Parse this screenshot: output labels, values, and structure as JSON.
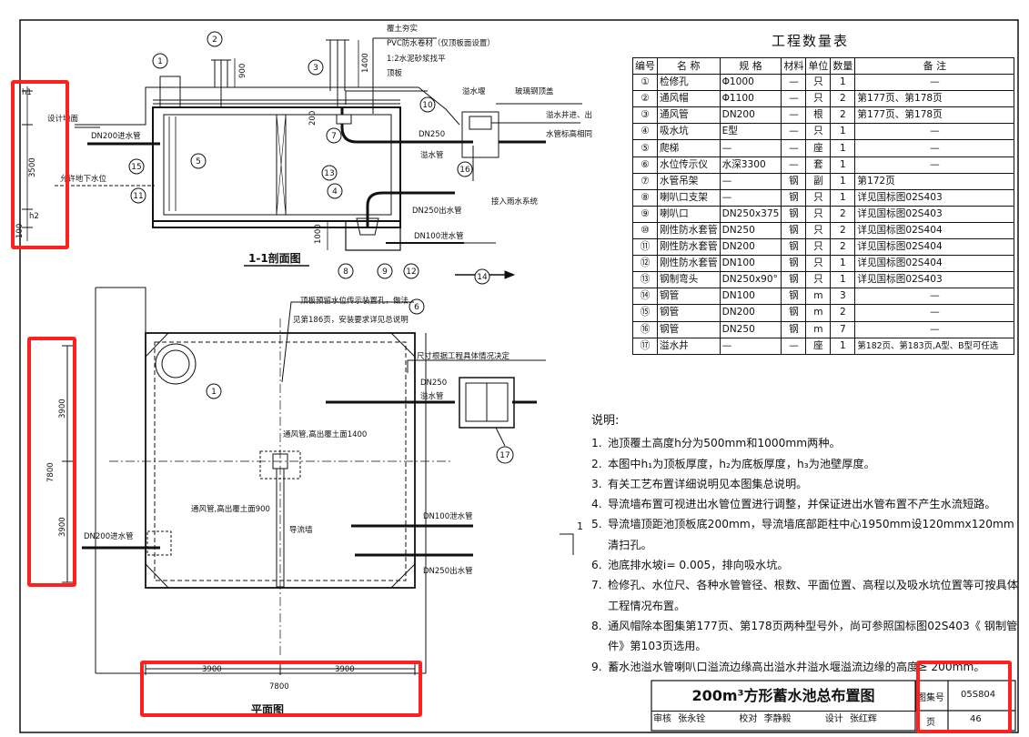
{
  "quantity_table": {
    "title": "工程数量表",
    "headers": [
      "编号",
      "名 称",
      "规 格",
      "材料",
      "单位",
      "数量",
      "备 注"
    ],
    "rows": [
      [
        "①",
        "检修孔",
        "Φ1000",
        "—",
        "只",
        "1",
        "—"
      ],
      [
        "②",
        "通风帽",
        "Φ1100",
        "—",
        "只",
        "2",
        "第177页、第178页"
      ],
      [
        "③",
        "通风管",
        "DN200",
        "—",
        "根",
        "2",
        "第177页、第178页"
      ],
      [
        "④",
        "吸水坑",
        "E型",
        "—",
        "只",
        "1",
        "—"
      ],
      [
        "⑤",
        "爬梯",
        "—",
        "—",
        "座",
        "1",
        "—"
      ],
      [
        "⑥",
        "水位传示仪",
        "水深3300",
        "—",
        "套",
        "1",
        "—"
      ],
      [
        "⑦",
        "水管吊架",
        "—",
        "钢",
        "副",
        "1",
        "第172页"
      ],
      [
        "⑧",
        "喇叭口支架",
        "—",
        "钢",
        "只",
        "1",
        "详见国标图02S403"
      ],
      [
        "⑨",
        "喇叭口",
        "DN250x375",
        "钢",
        "只",
        "2",
        "详见国标图02S403"
      ],
      [
        "⑩",
        "刚性防水套管",
        "DN250",
        "钢",
        "只",
        "2",
        "详见国标图02S404"
      ],
      [
        "⑪",
        "刚性防水套管",
        "DN200",
        "钢",
        "只",
        "2",
        "详见国标图02S404"
      ],
      [
        "⑫",
        "刚性防水套管",
        "DN100",
        "钢",
        "只",
        "1",
        "详见国标图02S404"
      ],
      [
        "⑬",
        "钢制弯头",
        "DN250x90°",
        "钢",
        "只",
        "1",
        "详见国标图02S403"
      ],
      [
        "⑭",
        "钢管",
        "DN100",
        "钢",
        "m",
        "3",
        "—"
      ],
      [
        "⑮",
        "钢管",
        "DN200",
        "钢",
        "m",
        "2",
        "—"
      ],
      [
        "⑯",
        "钢管",
        "DN250",
        "钢",
        "m",
        "7",
        "—"
      ],
      [
        "⑰",
        "溢水井",
        "—",
        "—",
        "座",
        "1",
        "第182页、第183页,A型、B型可任选"
      ]
    ]
  },
  "notes": {
    "title": "说明:",
    "items": [
      "池顶覆土高度h分为500mm和1000mm两种。",
      "本图中h₁为顶板厚度，h₂为底板厚度，h₃为池壁厚度。",
      "有关工艺布置详细说明见本图集总说明。",
      "导流墙布置可视进出水管位置进行调整，并保证进出水管布置不产生水流短路。",
      "导流墙顶距池顶板底200mm，导流墙底部距柱中心1950mm设120mmx120mm清扫孔。",
      "池底排水坡i= 0.005，排向吸水坑。",
      "检修孔、水位尺、各种水管管径、根数、平面位置、高程以及吸水坑位置等可按具体工程情况布置。",
      "通风帽除本图集第177页、第178页两种型号外，尚可参照国标图02S403《 钢制管件》第103页选用。",
      "蓄水池溢水管喇叭口溢流边缘高出溢水井溢水堰溢流边缘的高度≥ 200mm。"
    ]
  },
  "title_block": {
    "title": "200m³方形蓄水池总布置图",
    "atlas_label": "图集号",
    "atlas_no": "05S804",
    "page_label": "页",
    "page_no": "46",
    "sign_row": [
      "审核",
      "张永铨",
      "校对",
      "李静毅",
      "设计",
      "张红辉"
    ]
  },
  "section": {
    "title": "1-1剖面图",
    "labels": {
      "cover": "覆土夯实",
      "pvc": "PVC防水卷材（仅顶板面设置）",
      "mortar": "1:2水泥砂浆找平",
      "roof": "顶板",
      "overflow_weir": "溢水堰",
      "frp_cover": "玻璃钢顶盖",
      "overflow_io": "溢水井进、出",
      "overflow_io2": "水管标高相同",
      "design_ground": "设计地面",
      "dn200_in": "DN200进水管",
      "groundwater": "允许地下水位",
      "dn250": "DN250",
      "overflow_pipe": "溢水管",
      "dn250_out": "DN250出水管",
      "dn100_drain": "DN100泄水管",
      "to_storm": "接入雨水系统",
      "h1": "h1",
      "h2": "h2",
      "dim_3500": "3500",
      "dim_1000": "1000",
      "dim_900": "900",
      "dim_1400": "1400",
      "dim_200": "200",
      "dim_100": "100"
    }
  },
  "plan": {
    "title": "平面图",
    "labels": {
      "roof_hole": "顶板预留水位传示装置孔，做法",
      "roof_hole2": "见第186页，安装要求详见总说明",
      "size_note": "尺寸根据工程具体情况决定",
      "dn250": "DN250",
      "overflow_pipe": "溢水管",
      "vent_1400": "通风管,高出覆土面1400",
      "vent_900": "通风管,高出覆土面900",
      "guide_wall": "导流墙",
      "dn100_drain": "DN100泄水管",
      "dn250_out": "DN250出水管",
      "dn200_in": "DN200进水管",
      "dim_3900": "3900",
      "dim_7800": "7800",
      "section_mark": "1"
    }
  },
  "callouts": [
    "1",
    "2",
    "3",
    "4",
    "5",
    "6",
    "7",
    "8",
    "9",
    "10",
    "11",
    "12",
    "13",
    "14",
    "15",
    "16",
    "17"
  ],
  "highlight_color": "#ff2020"
}
